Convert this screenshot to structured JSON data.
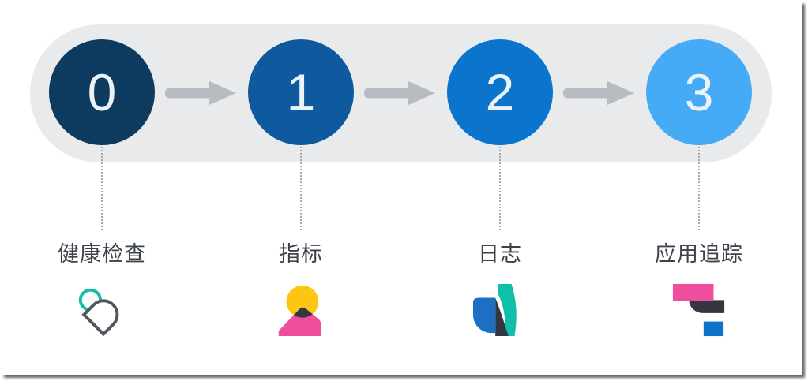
{
  "diagram": {
    "description": "4-step observability pipeline diagram",
    "steps": [
      {
        "number": "0",
        "label": "健康检查",
        "icon": "heartbeat-icon",
        "circle_color": "#0d3a5f"
      },
      {
        "number": "1",
        "label": "指标",
        "icon": "metrics-icon",
        "circle_color": "#0f5a9e"
      },
      {
        "number": "2",
        "label": "日志",
        "icon": "logs-icon",
        "circle_color": "#0b74cd"
      },
      {
        "number": "3",
        "label": "应用追踪",
        "icon": "apm-icon",
        "circle_color": "#45abf7"
      }
    ]
  },
  "colors": {
    "pill_bg": "#e8eaec",
    "arrow": "#b8bcc2",
    "number_text": "#edf2f8",
    "label_text": "#3e434b",
    "dotted_line": "#a4a9af",
    "teal": "#10bfaa",
    "yellow": "#fdc514",
    "pink": "#ee4e9b",
    "navy": "#343741",
    "logs_blue": "#1d6fc4",
    "apm_blue": "#0d74c9",
    "heart_outline": "#50565f"
  }
}
